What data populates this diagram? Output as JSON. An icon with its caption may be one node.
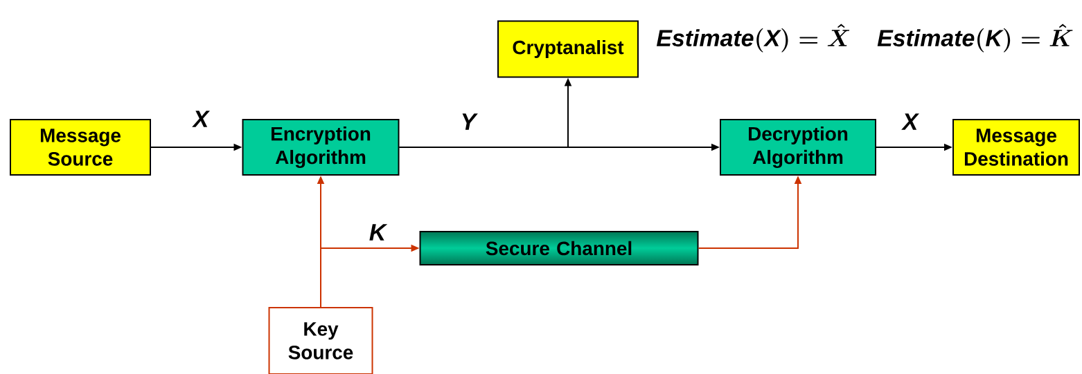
{
  "diagram": {
    "nodes": [
      {
        "text": [
          "Message Source"
        ]
      },
      {
        "text": [
          "Encryption Algorithm"
        ]
      },
      {
        "text": [
          "Cryptanalist"
        ]
      },
      {
        "text": [
          "Decryption Algorithm"
        ]
      },
      {
        "text": [
          "Message Destination"
        ]
      },
      {
        "text": [
          "Secure Channel"
        ]
      },
      {
        "text": [
          "Key Source"
        ]
      }
    ],
    "edges": [
      {
        "from": 0,
        "to": 1,
        "arrow": "to",
        "label": "X"
      },
      {
        "from": 1,
        "to": 2,
        "arrow": "to"
      },
      {
        "from": 1,
        "to": 3,
        "arrow": "to",
        "label": "Y"
      },
      {
        "from": 3,
        "to": 4,
        "arrow": "to",
        "label": "X"
      },
      {
        "from": 6,
        "to": 1,
        "arrow": "to",
        "color": "#cc3300"
      },
      {
        "from": 6,
        "to": 5,
        "arrow": "to",
        "label": "K",
        "color": "#cc3300"
      },
      {
        "from": 5,
        "to": 3,
        "arrow": "to",
        "color": "#cc3300"
      }
    ],
    "labels": [
      "\\mathit{Estimate(X)} = \\hat{X}",
      "\\mathit{Estimate(K)} = \\hat{K}"
    ]
  }
}
